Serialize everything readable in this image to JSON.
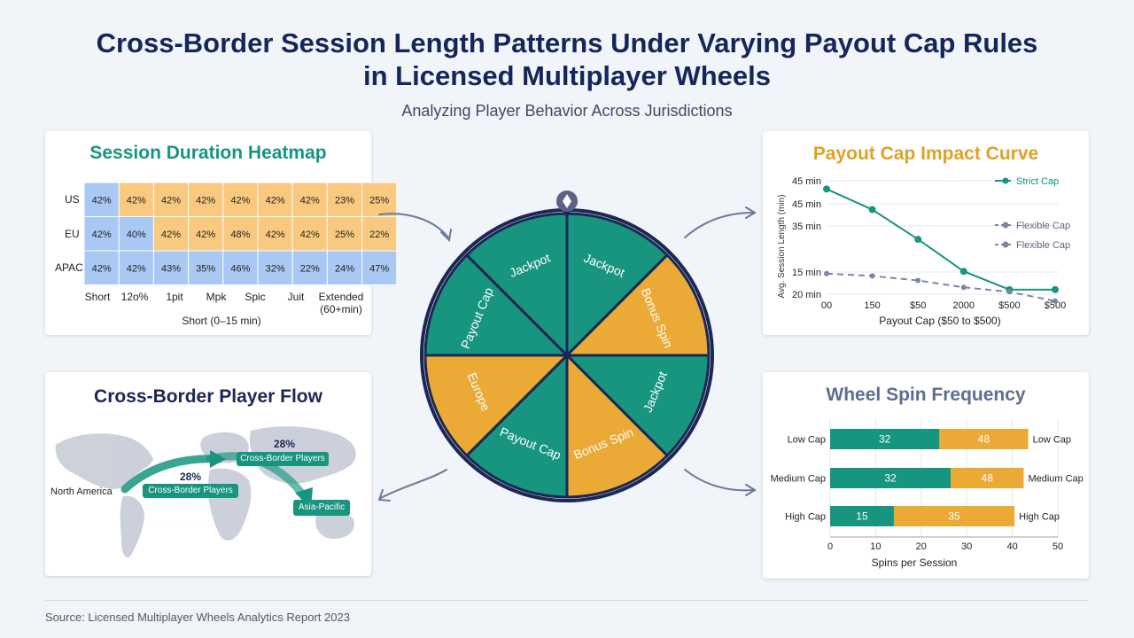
{
  "title_line1": "Cross-Border Session Length Patterns Under Varying Payout Cap Rules",
  "title_line2": "in Licensed Multiplayer Wheels",
  "subtitle": "Analyzing Player Behavior Across Jurisdictions",
  "source": "Source: Licensed Multiplayer Wheels Analytics Report 2023",
  "colors": {
    "teal": "#17957f",
    "gold": "#eba936",
    "navy": "#1b2754",
    "blue": "#a9c8f3",
    "light_orange": "#f9c97f"
  },
  "heatmap": {
    "title": "Session Duration Heatmap",
    "x_axis_label": "Short (0–15 min)",
    "row_labels": [
      "US",
      "EU",
      "APAC"
    ],
    "col_labels": [
      "Short",
      "12o%",
      "1pit",
      "Mpk",
      "Spic",
      "Juit",
      "Extended (60+min)"
    ]
  },
  "flow": {
    "title": "Cross-Border Player Flow",
    "label_north_america": "North America",
    "label_asia_pacific": "Asia-Pacific",
    "flow1_pct": "28%",
    "flow1_text": "Cross-Border Players",
    "flow2_pct": "28%",
    "flow2_text": "Cross-Border Players"
  },
  "wheel": {
    "segments": [
      "Jackpot",
      "Bonus Spin",
      "Jackpot",
      "Bonus Spin",
      "Payout Cap",
      "Europe",
      "Payout Cap",
      "Jackpot"
    ],
    "segment_colors": [
      "teal",
      "gold",
      "teal",
      "gold",
      "teal",
      "gold",
      "teal",
      "teal"
    ]
  },
  "chart_data": [
    {
      "type": "heatmap",
      "title": "Session Duration Heatmap",
      "xlabel": "Short (0–15 min)",
      "rows": [
        "US",
        "EU",
        "APAC"
      ],
      "columns": [
        "Short",
        "12o%",
        "1pit",
        "Mpk",
        "Spic",
        "Juit",
        "Extended (60+min)"
      ],
      "cells": [
        [
          "42%",
          "42%",
          "42%",
          "42%",
          "42%",
          "42%",
          "42%",
          "23%",
          "25%"
        ],
        [
          "42%",
          "40%",
          "42%",
          "42%",
          "48%",
          "42%",
          "42%",
          "25%",
          "22%"
        ],
        [
          "42%",
          "42%",
          "43%",
          "35%",
          "46%",
          "32%",
          "22%",
          "24%",
          "47%"
        ]
      ],
      "cell_colors": [
        [
          "blue",
          "orange",
          "orange",
          "orange",
          "orange",
          "orange",
          "orange",
          "orange",
          "orange"
        ],
        [
          "blue",
          "blue",
          "orange",
          "orange",
          "orange",
          "orange",
          "orange",
          "orange",
          "orange"
        ],
        [
          "blue",
          "blue",
          "blue",
          "blue",
          "blue",
          "blue",
          "blue",
          "blue",
          "blue"
        ]
      ]
    },
    {
      "type": "line",
      "title": "Payout Cap Impact Curve",
      "xlabel": "Payout Cap ($50 to $500)",
      "ylabel": "Avg. Session Length (min)",
      "x_ticks": [
        "00",
        "150",
        "$50",
        "2000",
        "$500",
        "$500"
      ],
      "y_ticks": [
        "45 min",
        "45 min",
        "35 min",
        "15 min",
        "20 min"
      ],
      "series": [
        {
          "name": "Strict Cap",
          "color": "#17957f",
          "style": "solid",
          "values": [
            43,
            38.5,
            32,
            25,
            21,
            21
          ]
        },
        {
          "name": "Flexible Cap",
          "color": "#7d85a6",
          "style": "dashed",
          "values": [
            24.5,
            24,
            23,
            21.5,
            20.5,
            18.5
          ]
        },
        {
          "name": "Flexible Cap",
          "color": "#7d85a6",
          "style": "dashed",
          "values": []
        }
      ],
      "ylim": [
        10,
        50
      ]
    },
    {
      "type": "bar",
      "orientation": "horizontal",
      "stacked": true,
      "title": "Wheel Spin Frequency",
      "xlabel": "Spins per Session",
      "categories": [
        "Low Cap",
        "Medium Cap",
        "High Cap"
      ],
      "series": [
        {
          "color": "#17957f",
          "values": [
            32,
            32,
            15
          ]
        },
        {
          "color": "#eba936",
          "values": [
            48,
            48,
            35
          ]
        }
      ],
      "segment_ends": [
        [
          24,
          43.5
        ],
        [
          26.5,
          42.5
        ],
        [
          14,
          40.5
        ]
      ],
      "x_ticks": [
        0,
        10,
        20,
        30,
        40,
        50
      ],
      "xlim": [
        0,
        50
      ]
    }
  ]
}
